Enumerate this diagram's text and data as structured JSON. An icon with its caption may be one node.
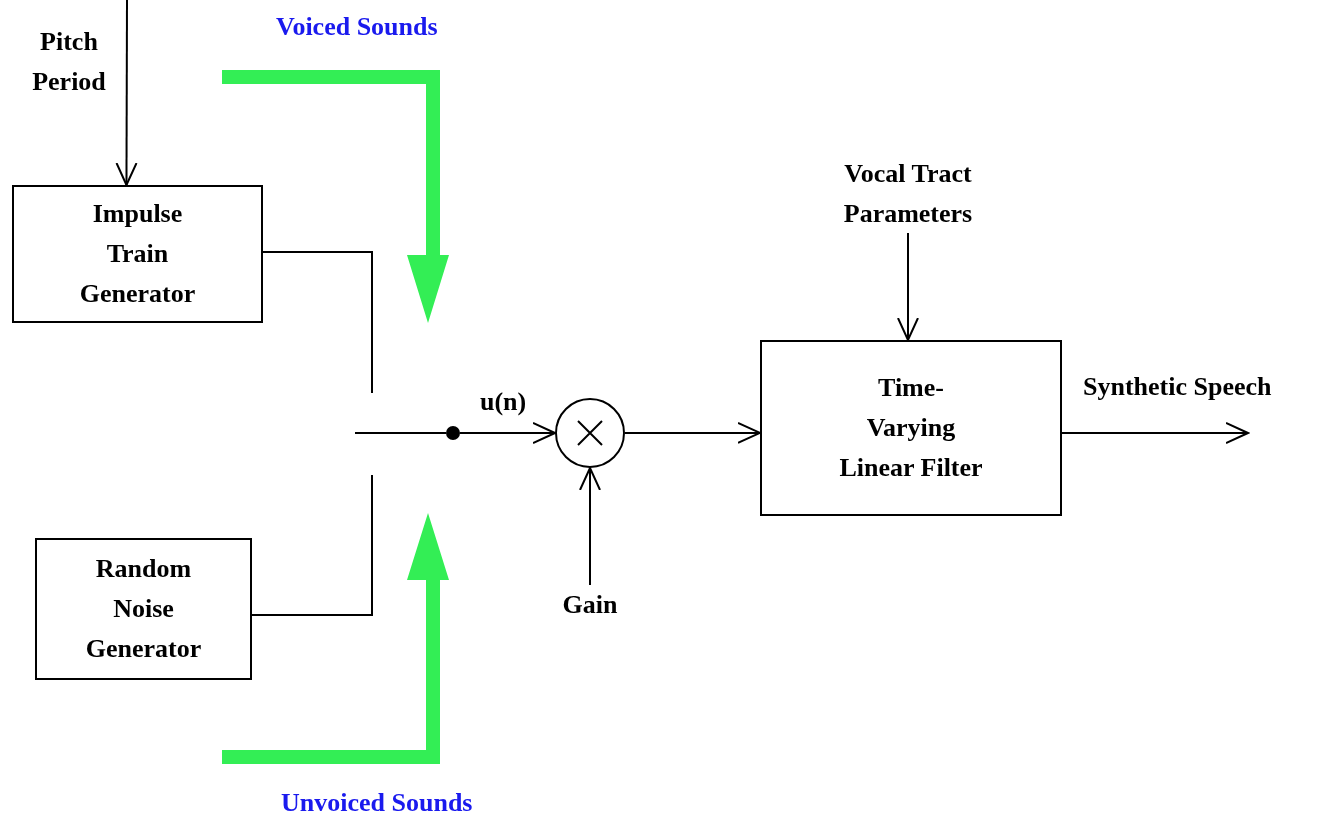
{
  "diagram": {
    "nodes": [
      {
        "text": [
          "Impulse Train Generator"
        ]
      },
      {
        "text": [
          "Random Noise Generator"
        ]
      },
      {
        "text": [],
        "shape": "circle"
      },
      {
        "text": [],
        "shape": "circle"
      },
      {
        "text": [
          "Time-Varying Linear Filter"
        ]
      },
      {
        "text": [
          "Vocal Tract Parameters"
        ]
      },
      {
        "text": [
          "Gain"
        ]
      }
    ],
    "edges": [
      {
        "from": null,
        "to": 0,
        "arrow": "to",
        "label": "Pitch Period"
      },
      {
        "from": 0,
        "to": null,
        "arrow": "none"
      },
      {
        "from": 1,
        "to": null,
        "arrow": "none"
      },
      {
        "from": null,
        "to": 2,
        "arrow": "none"
      },
      {
        "from": 2,
        "to": 3,
        "arrow": "to",
        "label": "u(n)"
      },
      {
        "from": 6,
        "to": 3,
        "arrow": "to"
      },
      {
        "from": 3,
        "to": 4,
        "arrow": "to"
      },
      {
        "from": 5,
        "to": 4,
        "arrow": "to"
      },
      {
        "from": 4,
        "to": null,
        "arrow": "to",
        "label": "Synthetic Speech"
      }
    ],
    "labels": [
      "Voiced Sounds",
      "Unvoiced Sounds"
    ]
  }
}
